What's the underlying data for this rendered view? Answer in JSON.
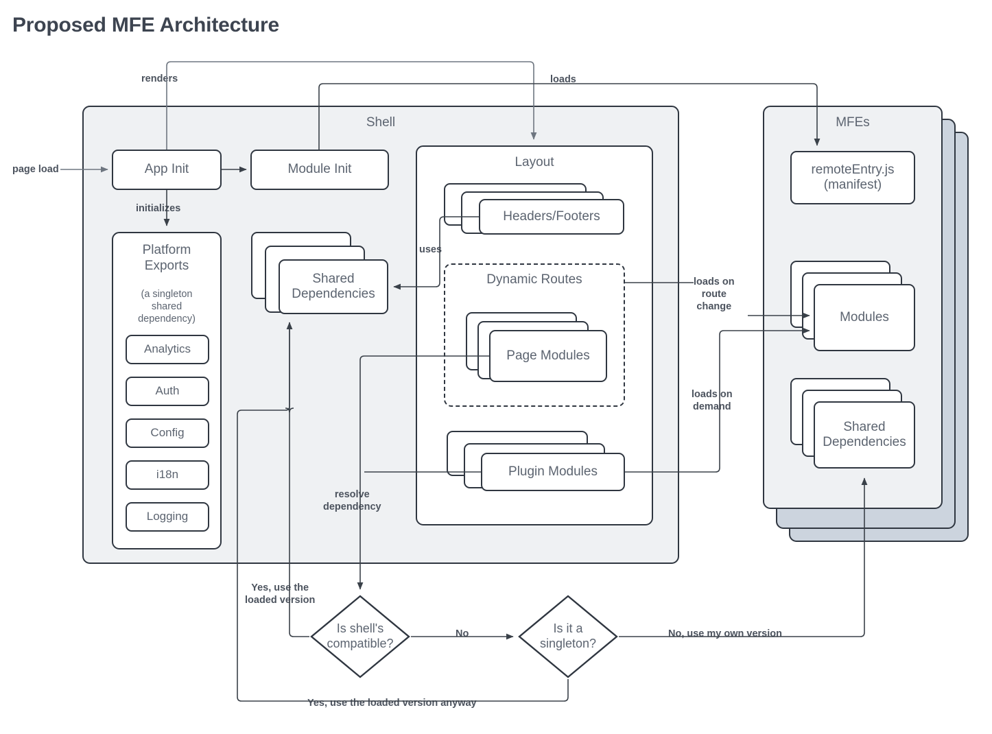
{
  "title": "Proposed MFE Architecture",
  "colors": {
    "panel_fill": "#eff1f3",
    "panel_fill_back": "#ccd4de",
    "node_fill": "#ffffff",
    "stroke": "#2f3640",
    "text": "#5c6470",
    "label_text": "#4c535e",
    "title_text": "#3d4450",
    "page_background": "#ffffff"
  },
  "shell": {
    "label": "Shell",
    "app_init": "App Init",
    "module_init": "Module Init",
    "platform_exports": {
      "title": "Platform\nExports",
      "subtitle": "(a singleton\nshared\ndependency)",
      "items": [
        {
          "label": "Analytics"
        },
        {
          "label": "Auth"
        },
        {
          "label": "Config"
        },
        {
          "label": "i18n"
        },
        {
          "label": "Logging"
        }
      ]
    },
    "shared_dependencies": "Shared\nDependencies",
    "layout": {
      "label": "Layout",
      "headers_footers": "Headers/Footers",
      "dynamic_routes": {
        "label": "Dynamic Routes",
        "page_modules": "Page Modules"
      },
      "plugin_modules": "Plugin Modules"
    }
  },
  "mfes": {
    "label": "MFEs",
    "remote_entry": "remoteEntry.js\n(manifest)",
    "modules": "Modules",
    "shared_dependencies": "Shared\nDependencies"
  },
  "decisions": {
    "is_shell_compatible": "Is shell's\ncompatible?",
    "is_it_a_singleton": "Is it a\nsingleton?"
  },
  "edge_labels": {
    "page_load": "page load",
    "renders": "renders",
    "loads": "loads",
    "initializes": "initializes",
    "uses": "uses",
    "loads_on_route_change": "loads on\nroute\nchange",
    "loads_on_demand": "loads on\ndemand",
    "resolve_dependency": "resolve\ndependency",
    "yes_use_loaded_version": "Yes, use the\nloaded version",
    "no": "No",
    "no_use_my_own_version": "No, use my own version",
    "yes_use_loaded_version_anyway": "Yes, use the loaded version anyway"
  }
}
